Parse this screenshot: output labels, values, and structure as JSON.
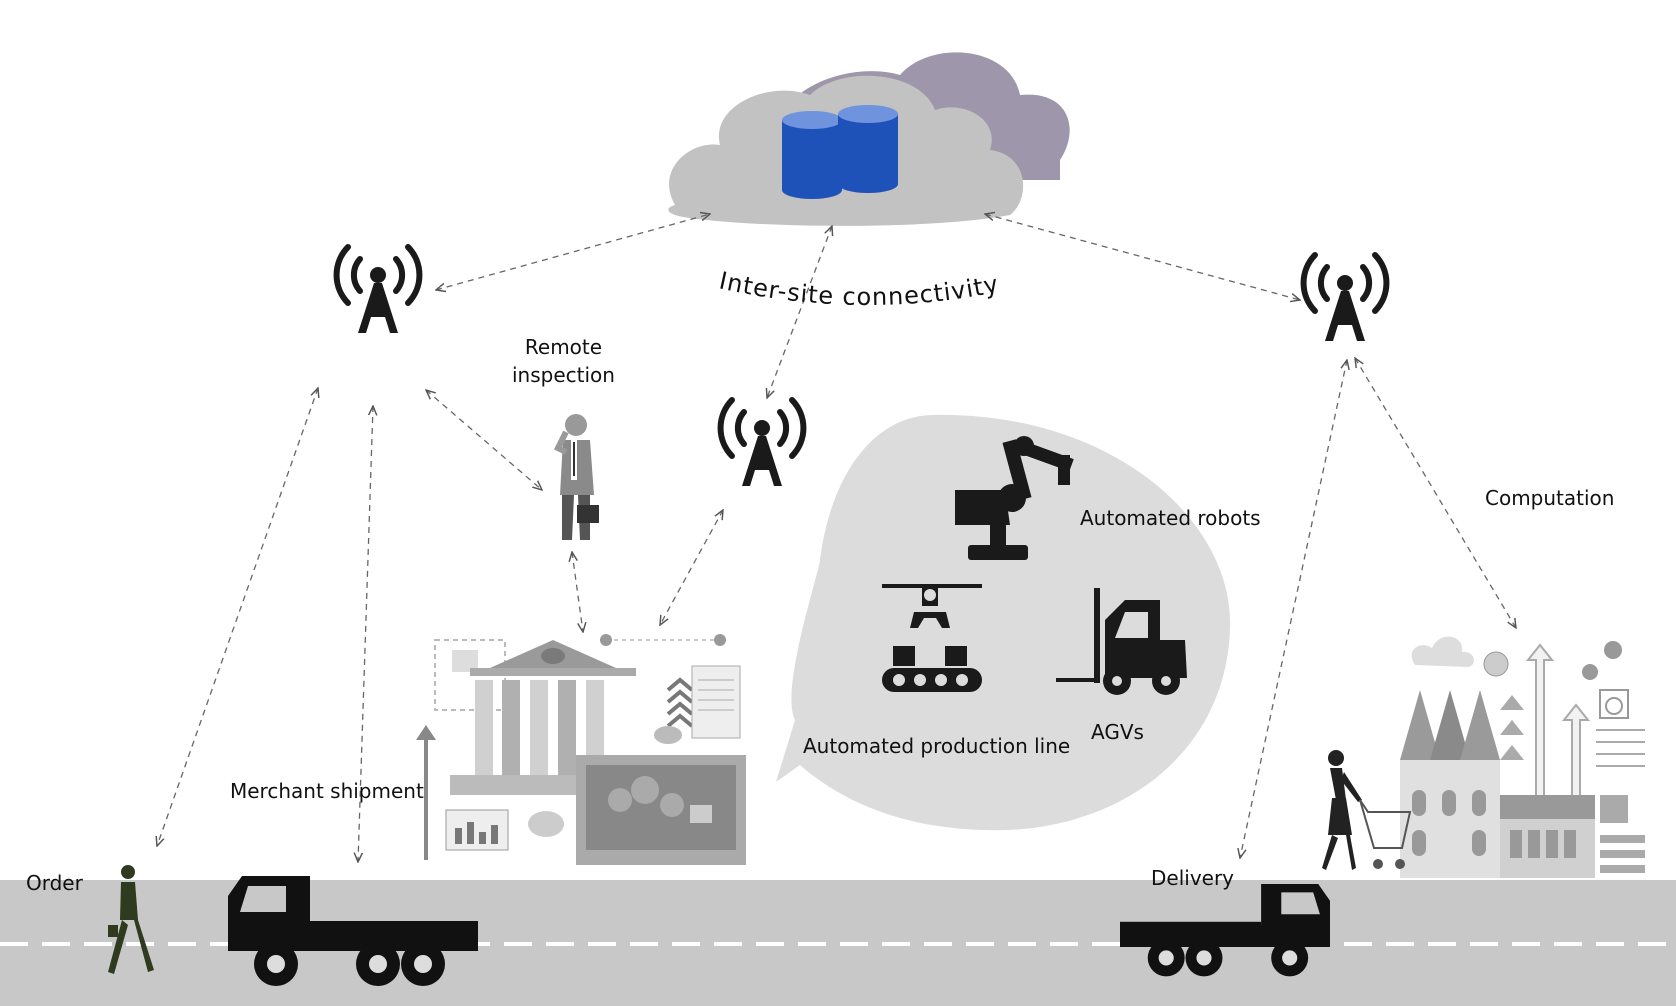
{
  "labels": {
    "inter_site": "Inter-site connectivity",
    "remote_inspection": "Remote\ninspection",
    "computation": "Computation",
    "automated_robots": "Automated robots",
    "automated_production_line": "Automated production line",
    "agvs": "AGVs",
    "merchant_shipment": "Merchant shipment",
    "order": "Order",
    "delivery": "Delivery"
  },
  "colors": {
    "cloud_front": "#c2c2c2",
    "cloud_back": "#9e97ab",
    "database": "#1e52b8",
    "database_top": "#6f93dd",
    "road": "#c8c8c8",
    "road_marking": "#ffffff",
    "bubble": "#dcdcdc",
    "icon_dark": "#1a1a1a",
    "arrow": "#666666"
  },
  "icons": {
    "cloud": "cloud-database-icon",
    "tower": "radio-tower-icon",
    "robot_arm": "robot-arm-icon",
    "production_line": "conveyor-gripper-icon",
    "forklift": "forklift-agv-icon",
    "truck": "truck-icon",
    "factory": "factory-illustration-icon",
    "city": "city-illustration-icon"
  }
}
